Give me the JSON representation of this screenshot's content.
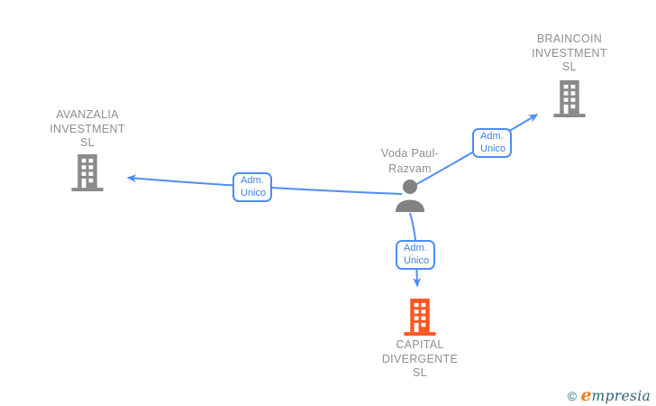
{
  "colors": {
    "arrow_blue": "#4f8df5",
    "edge_label_text_blue": "#3f80f3",
    "node_text_gray": "#8e8e8e",
    "icon_gray": "#8a8a8a",
    "highlight_orange": "#ff5722",
    "logo_teal": "#2a6478",
    "logo_orange": "#ee7d1d",
    "background": "#ffffff"
  },
  "diagram": {
    "nodes": {
      "braincoin": {
        "label": "BRAINCOIN INVESTMENT SL",
        "lines": [
          "BRAINCOIN",
          "INVESTMENT",
          "SL"
        ],
        "icon": "building-icon",
        "color": "#8a8a8a"
      },
      "avanzalia": {
        "label": "AVANZALIA INVESTMENT SL",
        "lines": [
          "AVANZALIA",
          "INVESTMENT",
          "SL"
        ],
        "icon": "building-icon",
        "color": "#8a8a8a"
      },
      "person": {
        "label": "Voda Paul-Razvam",
        "lines": [
          "Voda Paul-",
          "Razvam"
        ],
        "icon": "person-icon",
        "color": "#828282"
      },
      "capital": {
        "label": "CAPITAL DIVERGENTE SL",
        "lines": [
          "CAPITAL",
          "DIVERGENTE",
          "SL"
        ],
        "icon": "building-icon",
        "color": "#ff5722",
        "highlighted": true
      }
    },
    "edges": [
      {
        "from": "person",
        "to": "avanzalia",
        "label": [
          "Adm.",
          "Unico"
        ]
      },
      {
        "from": "person",
        "to": "braincoin",
        "label": [
          "Adm.",
          "Unico"
        ]
      },
      {
        "from": "person",
        "to": "capital",
        "label": [
          "Adm.",
          "Unico"
        ]
      }
    ]
  },
  "footer": {
    "copyright_symbol": "©",
    "brand_initial": "e",
    "brand_rest": "mpresia"
  }
}
